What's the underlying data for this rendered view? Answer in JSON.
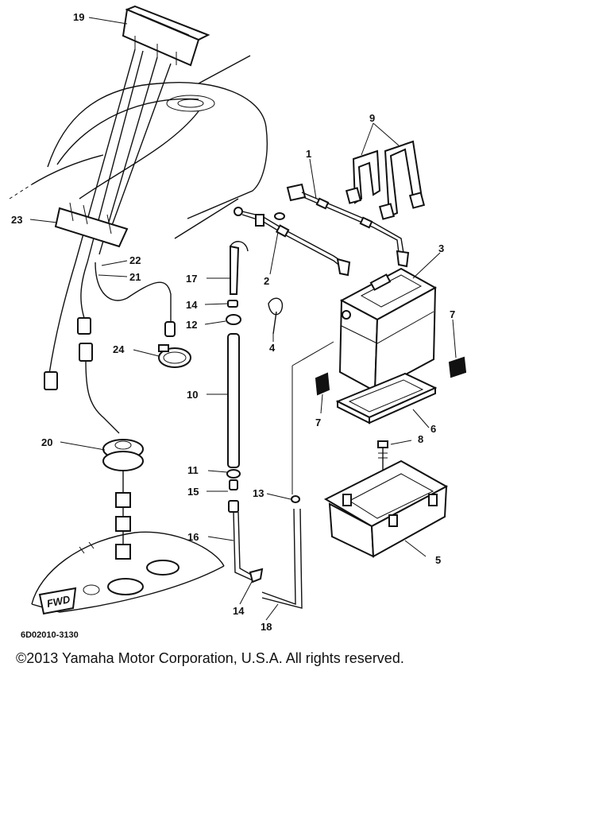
{
  "diagram_code": "6D02010-3130",
  "fwd_label": "FWD",
  "copyright": "©2013 Yamaha Motor Corporation, U.S.A. All rights reserved.",
  "callouts": [
    "1",
    "2",
    "3",
    "4",
    "5",
    "6",
    "7",
    "7",
    "8",
    "9",
    "10",
    "11",
    "12",
    "13",
    "14",
    "14",
    "15",
    "16",
    "17",
    "18",
    "19",
    "20",
    "21",
    "22",
    "23",
    "24"
  ]
}
